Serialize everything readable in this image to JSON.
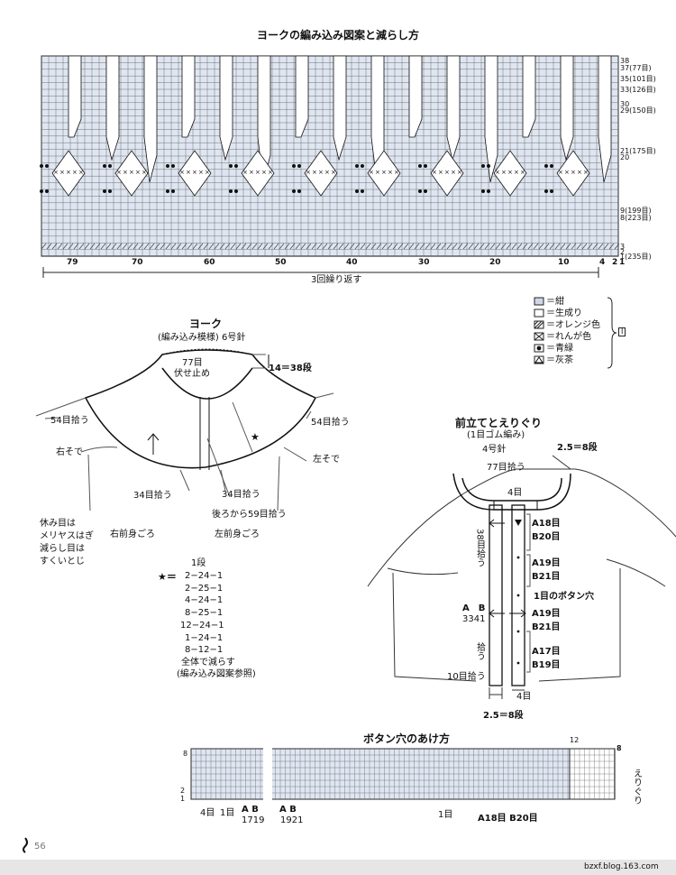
{
  "yoke_chart": {
    "title": "ヨークの編み込み図案と減らし方",
    "right_labels": [
      "38",
      "37(77目)",
      "35(101目)",
      "33(126目)",
      "30",
      "29(150目)",
      "21(175目)",
      "20",
      "9(199目)",
      "8(223目)",
      "3",
      "2",
      "1(235目)"
    ],
    "bottom_numbers": [
      "79",
      "70",
      "60",
      "50",
      "40",
      "30",
      "20",
      "10",
      "4",
      "2",
      "1"
    ],
    "repeat_label": "3回繰り返す"
  },
  "legend": {
    "items": [
      "＝紺",
      "＝生成り",
      "＝オレンジ色",
      "＝れんが色",
      "＝青緑",
      "＝灰茶"
    ],
    "group_mark": "Ⅰ"
  },
  "yoke_diagram": {
    "title": "ヨーク",
    "subtitle": "(編み込み模様) 6号針",
    "top_count": "77目",
    "bind_off": "伏せ止め",
    "rows": "14＝38段",
    "left_pickup": "54目拾う",
    "right_pickup": "54目拾う",
    "right_sleeve": "右そで",
    "left_sleeve": "左そで",
    "front_left_pickup": "34目拾う",
    "front_right_pickup": "34目拾う",
    "back_pickup": "後ろから59目拾う",
    "right_front": "右前身ごろ",
    "left_front": "左前身ごろ",
    "note": [
      "休み目は",
      "メリヤスはぎ",
      "減らし目は",
      "すくいとじ"
    ],
    "star_symbol": "★",
    "star_label": "★＝",
    "decrease_table": [
      "1段",
      "2−24−1",
      "2−25−1",
      "4−24−1",
      "8−25−1",
      "12−24−1",
      "1−24−1",
      "8−12−1",
      "全体で減らす",
      "(編み込み図案参照)"
    ]
  },
  "band_diagram": {
    "title": "前立てとえりぐり",
    "subtitle": "(1目ゴム編み)",
    "needle": "4号針",
    "rows_top": "2.5＝8段",
    "rows_bottom": "2.5＝8段",
    "neck_pickup": "77目拾う",
    "four_top": "4目",
    "four_bottom": "4目",
    "left_pickup_vertical": "38目拾う",
    "lower_pickup_vertical": "拾う",
    "ab_label": "A　B",
    "ab_numbers": "3341",
    "ten_pickup": "10目拾う",
    "right_labels": [
      "A18目",
      "B20目",
      "A19目",
      "B21目",
      "1目のボタン穴",
      "A19目",
      "B21目",
      "A17目",
      "B19目"
    ]
  },
  "buttonhole": {
    "title": "ボタン穴のあけ方",
    "left_rows": [
      "8",
      "2",
      "1"
    ],
    "right_rows": [
      "12",
      "8"
    ],
    "collar": "えりぐり",
    "bottom": [
      "4目",
      "1目",
      "A B",
      "1719",
      "A B",
      "1921",
      "1目",
      "A18目 B20目"
    ]
  },
  "page": {
    "number": "56",
    "source": "bzxf.blog.163.com"
  }
}
